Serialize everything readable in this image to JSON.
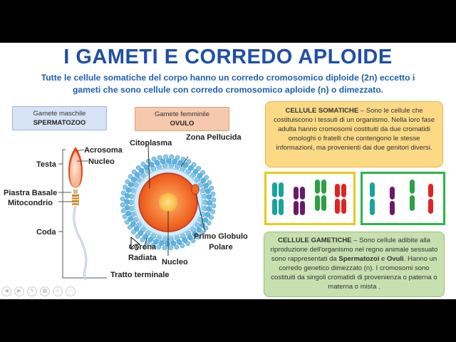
{
  "title": "I GAMETI E CORREDO APLOIDE",
  "subtitle_line1": "Tutte le cellule somatiche del corpo hanno un corredo cromosomico diploide (2n) eccetto i",
  "subtitle_line2": "gameti che sono cellule con corredo cromosomico aploide (n) o dimezzato.",
  "male": {
    "header": "Gamete maschile",
    "name": "SPERMATOZOO",
    "labels": {
      "acrosoma": "Acrosoma",
      "nucleo": "Nucleo",
      "testa": "Testa",
      "piastra": "Piastra Basale",
      "mitocondrio": "Mitocondrio",
      "coda": "Coda",
      "tratto": "Tratto terminale"
    }
  },
  "female": {
    "header": "Gamete femminile",
    "name": "OVULO",
    "labels": {
      "citoplasma": "Citoplasma",
      "zona": "Zona Pellucida",
      "primo1": "Primo Globulo",
      "primo2": "Polare",
      "corona1": "Corona",
      "corona2": "Radiata",
      "nucleo": "Nucleo"
    }
  },
  "somatic": {
    "heading": "CELLULE SOMATICHE",
    "text": " – Sono le cellule che costituiscono i tessuti di un organismo. Nella loro fase adulta hanno cromosomi costituiti da due cromatidi omologhi o fratelli che contengono le stesse informazioni, ma provenienti dai due genitori diversi."
  },
  "gametic": {
    "heading": "CELLULE GAMETICHE",
    "text1": " – Sono cellule adibite alla riproduzione dell'organismo nel regno animale sessuato sono rappresentati da ",
    "bold1": "Spermatozoi",
    "text2": " e ",
    "bold2": "Ovuli",
    "text3": ". Hanno un corredo genetico dimezzato (n). I cromosomi sono costituiti da singoli cromatidi di provenienza o paterna o materna o mista ."
  },
  "colors": {
    "title": "#1f4fa3",
    "teal": "#1aa39a",
    "purple": "#6b1a6b",
    "green": "#2ea043",
    "red": "#e02424",
    "yellow_frame": "#e9c81d",
    "green_frame": "#2db54a"
  },
  "toolbar_icons": [
    "prev-icon",
    "next-icon",
    "pen-icon",
    "zoom-icon",
    "slides-icon",
    "more-icon"
  ]
}
